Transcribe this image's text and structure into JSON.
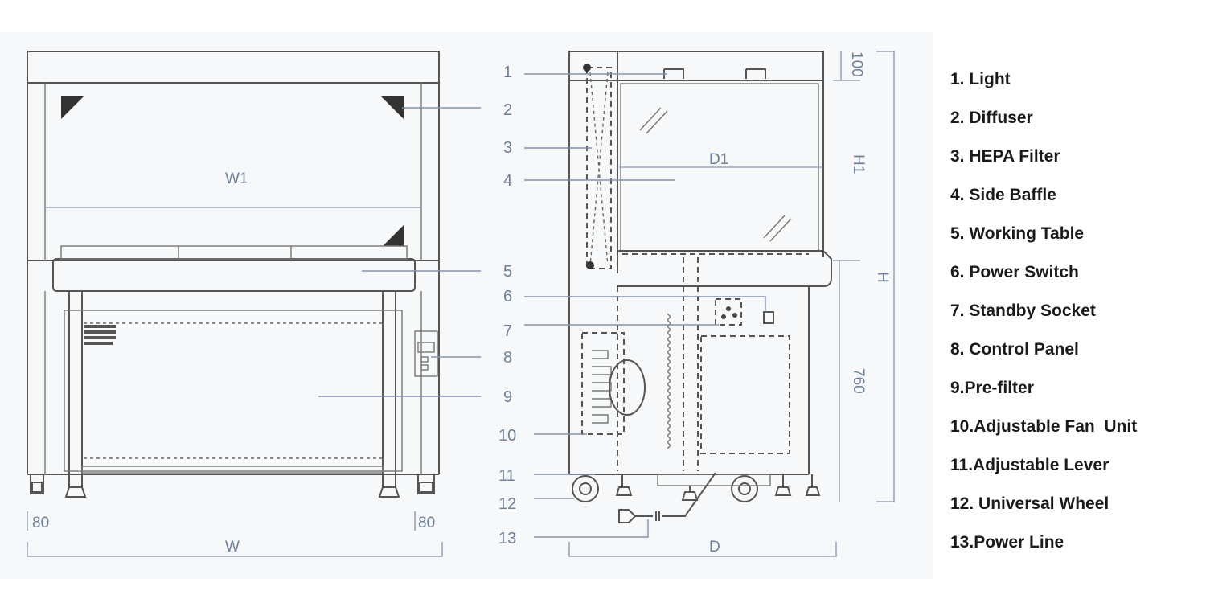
{
  "front_view": {
    "w1_label": "W1",
    "w_label": "W",
    "left_80": "80",
    "right_80": "80"
  },
  "side_view": {
    "d1_label": "D1",
    "d_label": "D",
    "top_100": "100",
    "h1_label": "H1",
    "h_label": "H",
    "base_760": "760"
  },
  "callout_numbers": [
    "1",
    "2",
    "3",
    "4",
    "5",
    "6",
    "7",
    "8",
    "9",
    "10",
    "11",
    "12",
    "13"
  ],
  "legend": [
    "1. Light",
    "2. Diffuser",
    "3. HEPA Filter",
    "4. Side Baffle",
    "5. Working Table",
    "6. Power Switch",
    "7. Standby Socket",
    "8. Control Panel",
    "9.Pre-filter",
    "10.Adjustable Fan  Unit",
    "11.Adjustable Lever",
    "12. Universal Wheel",
    "13.Power Line"
  ]
}
